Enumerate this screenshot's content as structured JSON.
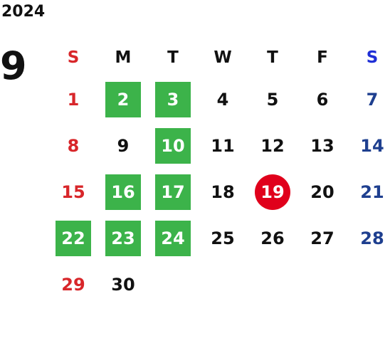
{
  "calendar": {
    "year": "2024",
    "month": "9",
    "weekdays": [
      {
        "label": "S",
        "kind": "sun"
      },
      {
        "label": "M",
        "kind": ""
      },
      {
        "label": "T",
        "kind": ""
      },
      {
        "label": "W",
        "kind": ""
      },
      {
        "label": "T",
        "kind": ""
      },
      {
        "label": "F",
        "kind": ""
      },
      {
        "label": "S",
        "kind": "sat"
      }
    ],
    "days": [
      {
        "num": "1",
        "kind": "sun"
      },
      {
        "num": "2",
        "kind": "holiday"
      },
      {
        "num": "3",
        "kind": "holiday"
      },
      {
        "num": "4",
        "kind": ""
      },
      {
        "num": "5",
        "kind": ""
      },
      {
        "num": "6",
        "kind": ""
      },
      {
        "num": "7",
        "kind": "sat"
      },
      {
        "num": "8",
        "kind": "sun"
      },
      {
        "num": "9",
        "kind": ""
      },
      {
        "num": "10",
        "kind": "holiday"
      },
      {
        "num": "11",
        "kind": ""
      },
      {
        "num": "12",
        "kind": ""
      },
      {
        "num": "13",
        "kind": ""
      },
      {
        "num": "14",
        "kind": "sat"
      },
      {
        "num": "15",
        "kind": "sun"
      },
      {
        "num": "16",
        "kind": "holiday"
      },
      {
        "num": "17",
        "kind": "holiday"
      },
      {
        "num": "18",
        "kind": ""
      },
      {
        "num": "19",
        "kind": "today"
      },
      {
        "num": "20",
        "kind": ""
      },
      {
        "num": "21",
        "kind": "sat"
      },
      {
        "num": "22",
        "kind": "holiday"
      },
      {
        "num": "23",
        "kind": "holiday"
      },
      {
        "num": "24",
        "kind": "holiday"
      },
      {
        "num": "25",
        "kind": ""
      },
      {
        "num": "26",
        "kind": ""
      },
      {
        "num": "27",
        "kind": ""
      },
      {
        "num": "28",
        "kind": "sat"
      },
      {
        "num": "29",
        "kind": "sun"
      },
      {
        "num": "30",
        "kind": ""
      }
    ]
  },
  "colors": {
    "sunday": "#d8262a",
    "saturday_header": "#1f2fd6",
    "saturday": "#1e3f8f",
    "holiday_bg": "#3cb34a",
    "today_bg": "#e0001b",
    "text": "#111111"
  }
}
